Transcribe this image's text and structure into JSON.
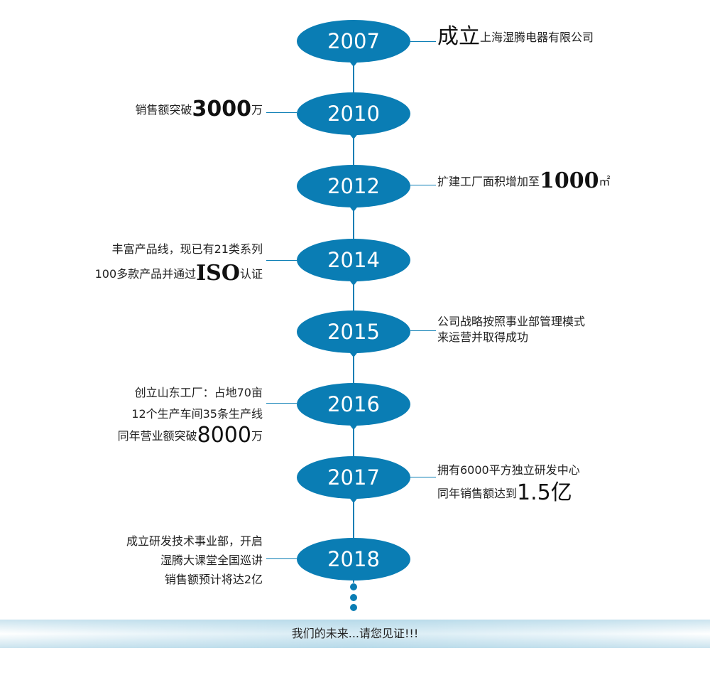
{
  "colors": {
    "accent": "#0a7db4",
    "text": "#222222"
  },
  "timeline": [
    {
      "year": "2007",
      "side": "right",
      "lines": [
        {
          "big": "成立",
          "small": "上海湿腾电器有限公司"
        }
      ]
    },
    {
      "year": "2010",
      "side": "left",
      "lines": [
        {
          "pre": "销售额突破",
          "big": "3000",
          "post": "万"
        }
      ]
    },
    {
      "year": "2012",
      "side": "right",
      "lines": [
        {
          "pre": "扩建工厂面积增加至",
          "big": "1000",
          "post": "㎡"
        }
      ]
    },
    {
      "year": "2014",
      "side": "left",
      "lines": [
        {
          "text": "丰富产品线，现已有21类系列"
        },
        {
          "pre": "100多款产品并通过",
          "big": "ISO",
          "post": "认证"
        }
      ]
    },
    {
      "year": "2015",
      "side": "right",
      "lines": [
        {
          "text": "公司战略按照事业部管理模式"
        },
        {
          "text": "来运营并取得成功"
        }
      ]
    },
    {
      "year": "2016",
      "side": "left",
      "lines": [
        {
          "text": "创立山东工厂：占地70亩"
        },
        {
          "text": "12个生产车间35条生产线"
        },
        {
          "pre": "同年营业额突破",
          "big": "8000",
          "post": "万"
        }
      ]
    },
    {
      "year": "2017",
      "side": "right",
      "lines": [
        {
          "text": "拥有6000平方独立研发中心"
        },
        {
          "pre": "同年销售额达到",
          "big": "1.5亿"
        }
      ]
    },
    {
      "year": "2018",
      "side": "left",
      "lines": [
        {
          "text": "成立研发技术事业部，开启"
        },
        {
          "text": "湿腾大课堂全国巡讲"
        },
        {
          "text": "销售额预计将达2亿"
        }
      ]
    }
  ],
  "footer": {
    "text": "我们的未来...请您见证!!!"
  }
}
